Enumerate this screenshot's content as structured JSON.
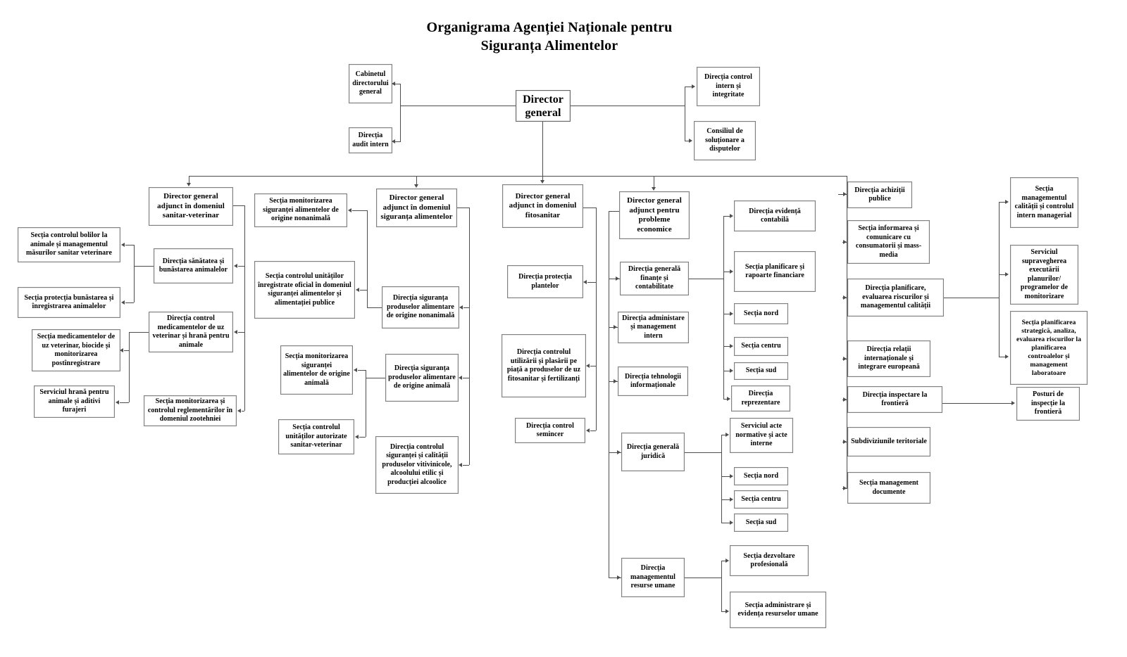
{
  "title": {
    "line1": "Organigrama Agenției Naționale pentru",
    "line2": "Siguranța Alimentelor"
  },
  "nodes": {
    "director_general": "Director general",
    "cabinet": "Cabinetul directorului general",
    "audit_intern": "Direcția audit intern",
    "control_intern": "Direcția control intern și integritate",
    "consiliul_dispute": "Consiliul de soluționare a disputelor",
    "dga_sanitar_veterinar": "Director general adjunct în domeniul sanitar-veterinar",
    "d_sanatatea_animalelor": "Direcția sănătatea și bunăstarea animalelor",
    "d_control_medicamente": "Direcția control medicamentelor de uz veterinar și hrană pentru animale",
    "s_monit_zootehnie": "Secția monitorizarea și controlul reglementărilor în domeniul zootehniei",
    "s_control_boli": "Secția controlul bolilor la animale și managementul măsurilor sanitar veterinare",
    "s_protectia_bunastarea": "Secția protecția bunăstarea și înregistrarea animalelor",
    "s_medicamente": "Secția medicamentelor de uz veterinar, biocide și monitorizarea postînregistrare",
    "s_hrana_animale": "Serviciul hrană pentru animale și aditivi furajeri",
    "dga_siguranta_alimentelor": "Director general adjunct în domeniul siguranța alimentelor",
    "d_sig_nonanimala": "Direcția siguranța produselor alimentare de origine nonanimală",
    "d_sig_animala": "Direcția siguranța produselor alimentare de origine animală",
    "d_control_vitivinicole": "Direcția controlul siguranței și calității produselor vitivinicole, alcoolului etilic și producției alcoolice",
    "s_monit_nonanimala": "Secția monitorizarea siguranței alimentelor de origine nonanimală",
    "s_control_unitati_inreg": "Secția controlul unităților înregistrate oficial în domeniul siguranței alimentelor și alimentației publice",
    "s_monit_animala": "Secția monitorizarea siguranței alimentelor de origine animală",
    "s_control_unitati_autorizate": "Secția controlul unităților autorizate sanitar-veterinar",
    "dga_fitosanitar": "Director general adjunct in domeniul fitosanitar",
    "d_protectia_plantelor": "Direcția protecția plantelor",
    "d_control_utilizarii": "Direcția controlul utilizării și plasării pe piață a produselor de uz fitosanitar și fertilizanți",
    "d_control_semincer": "Direcția control semincer",
    "dga_probleme_economice": "Director general adjunct pentru probleme economice",
    "d_finante_contabilitate": "Direcția generală finanțe și contabilitate",
    "d_administrare": "Direcția administare și management intern",
    "d_tehnologii_info": "Direcția tehnologii informaționale",
    "d_generala_juridica": "Direcția generală juridică",
    "d_resurse_umane": "Direcția managementul resurse umane",
    "d_evidenta_contabila": "Direcția evidență contabilă",
    "s_planificare_rapoarte": "Secția planificare și rapoarte financiare",
    "s_nord_fin": "Secția nord",
    "s_centru_fin": "Secția centru",
    "s_sud_fin": "Secția sud",
    "d_reprezentare": "Direcția reprezentare",
    "s_acte_normative": "Serviciul acte normative și acte interne",
    "s_nord_jur": "Secția nord",
    "s_centru_jur": "Secția centru",
    "s_sud_jur": "Secția sud",
    "s_dezvoltare_profesionala": "Secția dezvoltare profesională",
    "s_administrare_resurse": "Secția administrare și evidența resurselor umane",
    "d_achizitii_publice": "Direcția achiziții publice",
    "s_informarea_comunicare": "Secția informarea și comunicare cu consumatorii și mass-media",
    "d_planificare_riscuri": "Direcția planificare, evaluarea riscurilor și managementul calității",
    "d_relatii_internationale": "Direcția relații internaționale și integrare europeană",
    "d_inspectare_frontiera": "Direcția inspectare la frontieră",
    "subdiviziunile_teritoriale": "Subdiviziunile teritoriale",
    "s_management_documente": "Secția management documente",
    "s_management_calitatii": "Secția managementul calității și controlul intern managerial",
    "s_supravegherea_executarii": "Serviciul supravegherea executării planurilor/ programelor de monitorizare",
    "s_planificarea_strategica": "Secția planificarea strategică, analiza, evaluarea riscurilor la planificarea controalelor și management laboratoare",
    "posturi_inspectie_frontiera": "Posturi de inspecție la frontieră"
  }
}
